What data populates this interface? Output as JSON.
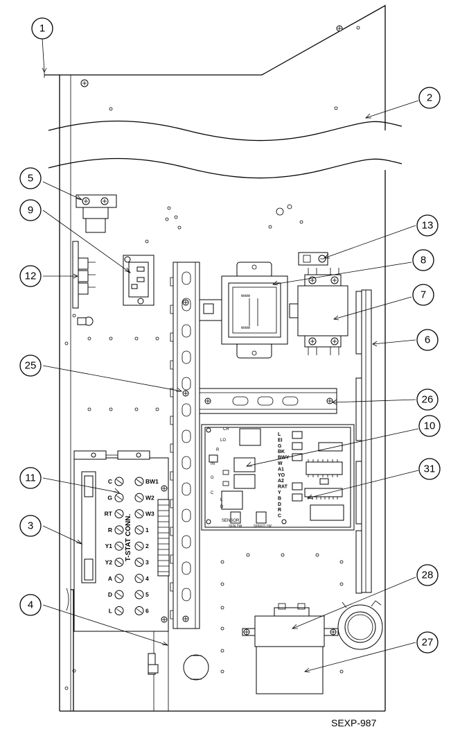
{
  "callouts": [
    "1",
    "2",
    "5",
    "9",
    "12",
    "13",
    "8",
    "7",
    "6",
    "25",
    "26",
    "10",
    "31",
    "11",
    "3",
    "4",
    "28",
    "27"
  ],
  "drawing_number": "SEXP-987",
  "terminal_block": {
    "title": "T-STAT CONN.",
    "left_labels": [
      "C",
      "G",
      "RT",
      "R",
      "Y1",
      "Y2",
      "A",
      "D",
      "L"
    ],
    "right_labels": [
      "BW1",
      "W2",
      "W3",
      "1",
      "2",
      "3",
      "4",
      "5",
      "6"
    ]
  },
  "control_board": {
    "right_labels": [
      "L",
      "EI",
      "G",
      "BK",
      "BWY",
      "W",
      "A1",
      "YO",
      "A2",
      "RAT",
      "Y",
      "B",
      "D",
      "R",
      "C"
    ],
    "left_labels": [
      "CR",
      "LO",
      "R",
      "IN",
      "G",
      "C",
      "L",
      "D",
      "SENSOR"
    ],
    "connector_labels": [
      "SEN 2W",
      "SPEED 1W"
    ]
  }
}
